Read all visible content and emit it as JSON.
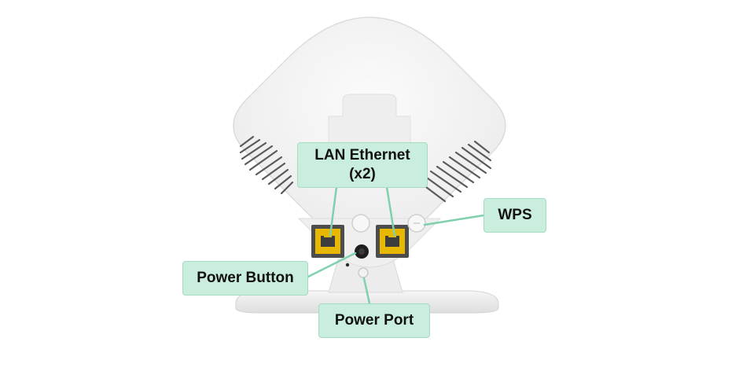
{
  "labels": {
    "lan_ethernet_line1": "LAN Ethernet",
    "lan_ethernet_line2": "(x2)",
    "wps": "WPS",
    "power_button": "Power Button",
    "power_port": "Power Port"
  },
  "colors": {
    "callout_fill": "#c9eedd",
    "callout_line": "#7fd1ad",
    "device_body": "#f4f4f4",
    "port_yellow": "#e8b800"
  }
}
